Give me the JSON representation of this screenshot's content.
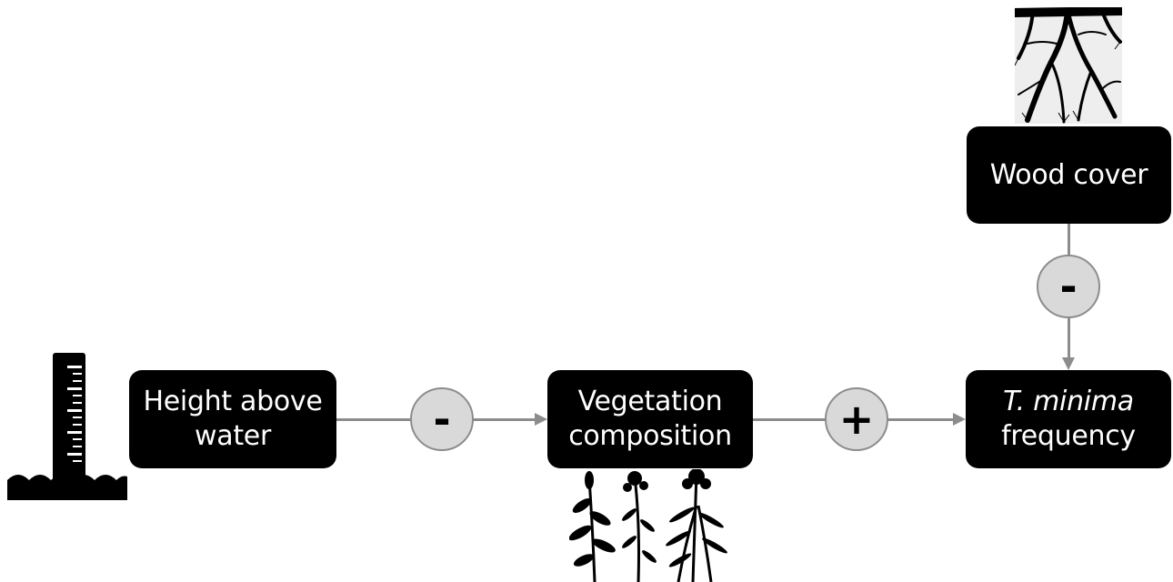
{
  "nodes": {
    "height": {
      "line1": "Height above",
      "line2": "water"
    },
    "vegetation": {
      "line1": "Vegetation",
      "line2": "composition"
    },
    "tminima": {
      "line1": "T. minima",
      "line2": "frequency"
    },
    "wood": {
      "line1": "Wood cover"
    }
  },
  "edges": {
    "height_to_vegetation": {
      "sign": "-"
    },
    "vegetation_to_tminima": {
      "sign": "+"
    },
    "wood_to_tminima": {
      "sign": "-"
    }
  },
  "icons": [
    "water-gauge-icon",
    "plants-icon",
    "tree-canopy-icon"
  ],
  "colors": {
    "node_bg": "#000000",
    "node_text": "#ffffff",
    "edge": "#8c8c8c",
    "sign_bg": "#d9d9d9"
  }
}
